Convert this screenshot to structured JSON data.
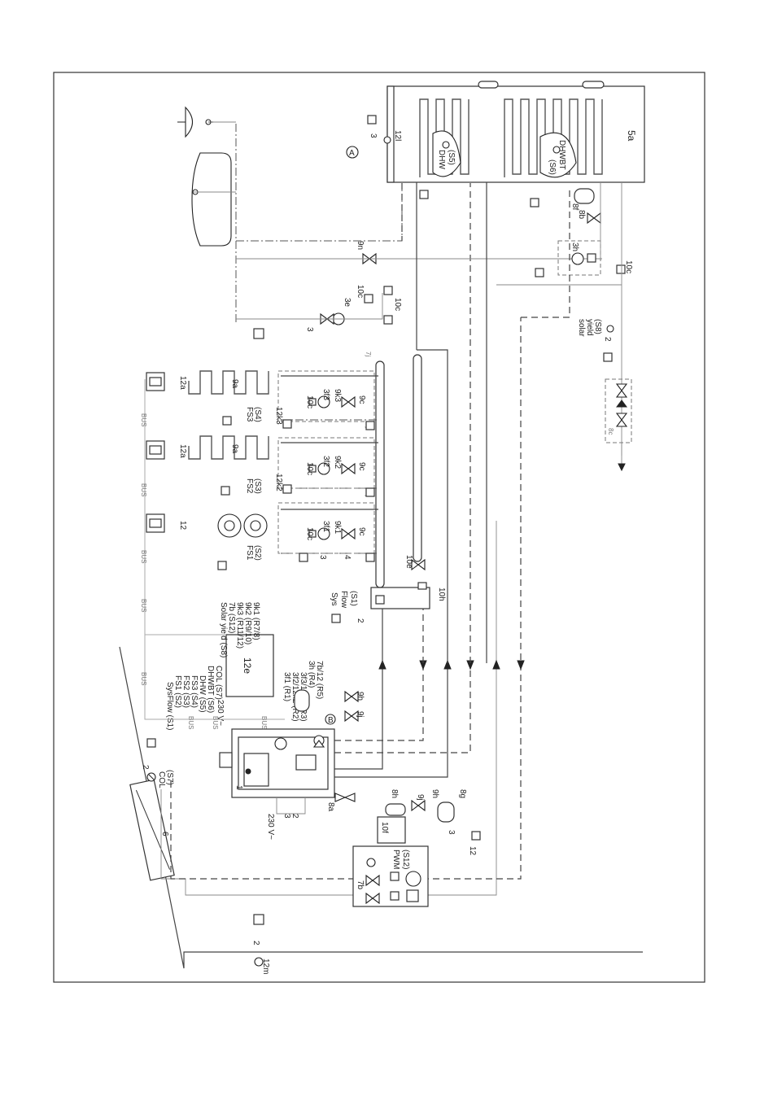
{
  "labels": {
    "solar_collector": "6",
    "col_sensor_a": "COL",
    "col_sensor_b": "(S7)",
    "boiler": "1",
    "gas_valve": "8a",
    "controller": "12e",
    "mains": "230 V~",
    "cable_3": "3",
    "cable_2": "2",
    "controller_inputs": [
      "SysFlow (S1)",
      "FS1 (S2)",
      "FS2 (S3)",
      "FS3 (S4)",
      "DHW (S5)",
      "DHWBT (S6)",
      "COL (S7)"
    ],
    "controller_outputs": [
      "3f1 (R1)",
      "3f2/12k2 (R2)",
      "3f3/12k3 (R3)",
      "3h (R4)",
      "7b/12 (R5)"
    ],
    "controller_top": [
      "9k1 (R7/8)",
      "9k2 (R9/10)",
      "9k3 (R11/12)",
      "7b (S12)",
      "Solar yield (S8)"
    ],
    "expansion_b": "B",
    "valve_9h": "9h",
    "valve_9j": "9j",
    "sys_flow_a": "Sys",
    "sys_flow_b": "Flow",
    "sys_flow_c": "(S1)",
    "hydraulic_separator": "10h",
    "valve_10e": "10e",
    "circuit_labels": {
      "fs1": "FS1",
      "s2": "(S2)",
      "fs2": "FS2",
      "s3": "(S3)",
      "fs3": "FS3",
      "s4": "(S4)",
      "pump1": "3f1",
      "pump2": "3f2",
      "pump3": "3f3",
      "mixer1": "9k1",
      "mixer2": "9k2",
      "mixer3": "9k3",
      "nrv": "10c",
      "vent": "9c",
      "k2": "12k2",
      "k3": "12k3",
      "manifold": "7j",
      "room_unit_a": "12a",
      "room_unit": "12",
      "room_unit_b": "12a",
      "valve_9a": "9a",
      "bus": "BUS",
      "cable_4": "4"
    },
    "solar_station": "7b",
    "pwm": "PWM",
    "s12": "(S12)",
    "solar_exp_8h": "8h",
    "solar_exp_8g": "8g",
    "solar_10f": "10f",
    "solar_9h": "9h",
    "solar_9j": "9j",
    "solar_12": "12",
    "remote_12m": "12m",
    "dhw_pump": "3e",
    "mix_valve": "9n",
    "dhw_nrv": "10c",
    "cyl_sensor_12l": "12l",
    "marker_a": "A",
    "cylinder": "5a",
    "dhw_sensor_a": "DHW",
    "dhw_sensor_b": "(S5)",
    "dhwbt_a": "DHWBT",
    "dhwbt_b": "(S6)",
    "exp_8f": "8f",
    "valve_8b": "8b",
    "pump_3h": "3h",
    "nrv_10c": "10c",
    "solar_yield_a": "solar",
    "solar_yield_b": "yield",
    "solar_yield_c": "(S8)",
    "group_8c": "8c"
  }
}
